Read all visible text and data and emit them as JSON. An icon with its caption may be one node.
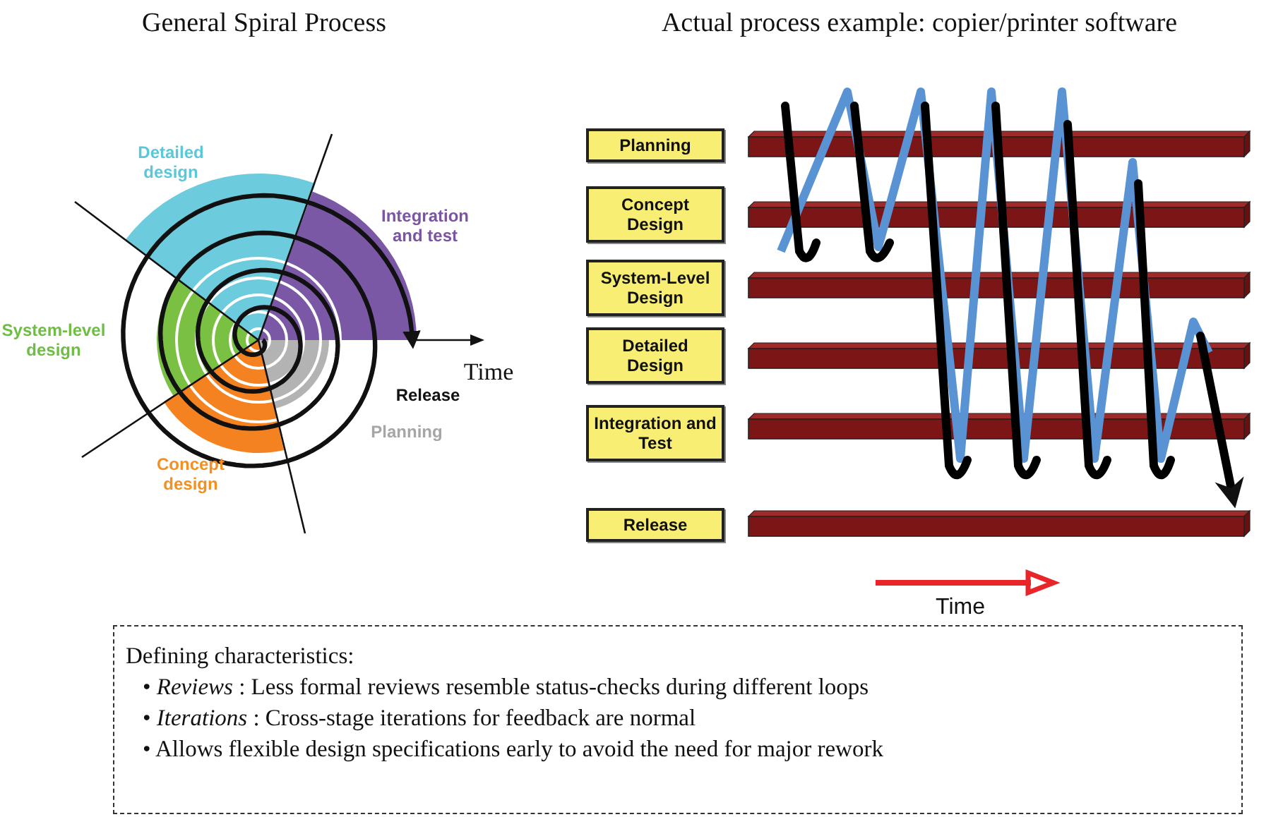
{
  "diagram": {
    "nodes": [
      {
        "text": [
          "Planning"
        ]
      },
      {
        "text": [
          "Concept Design"
        ]
      },
      {
        "text": [
          "System-Level Design"
        ]
      },
      {
        "text": [
          "Detailed Design"
        ]
      },
      {
        "text": [
          "Integration and Test"
        ]
      },
      {
        "text": [
          "Release"
        ]
      },
      {
        "text": [
          "Defining characteristics:",
          "• *Reviews* : Less formal reviews resemble status-checks during different loops",
          "• *Iterations* : Cross-stage iterations for feedback are normal",
          "• Allows flexible design specifications early to avoid the need for major rework"
        ]
      }
    ],
    "labels": [
      "General Spiral Process",
      "Actual process example: copier/printer software",
      "Detailed design",
      "Integration and test",
      "System-level design",
      "Time",
      "Release",
      "Planning",
      "Concept design",
      "Time"
    ]
  }
}
